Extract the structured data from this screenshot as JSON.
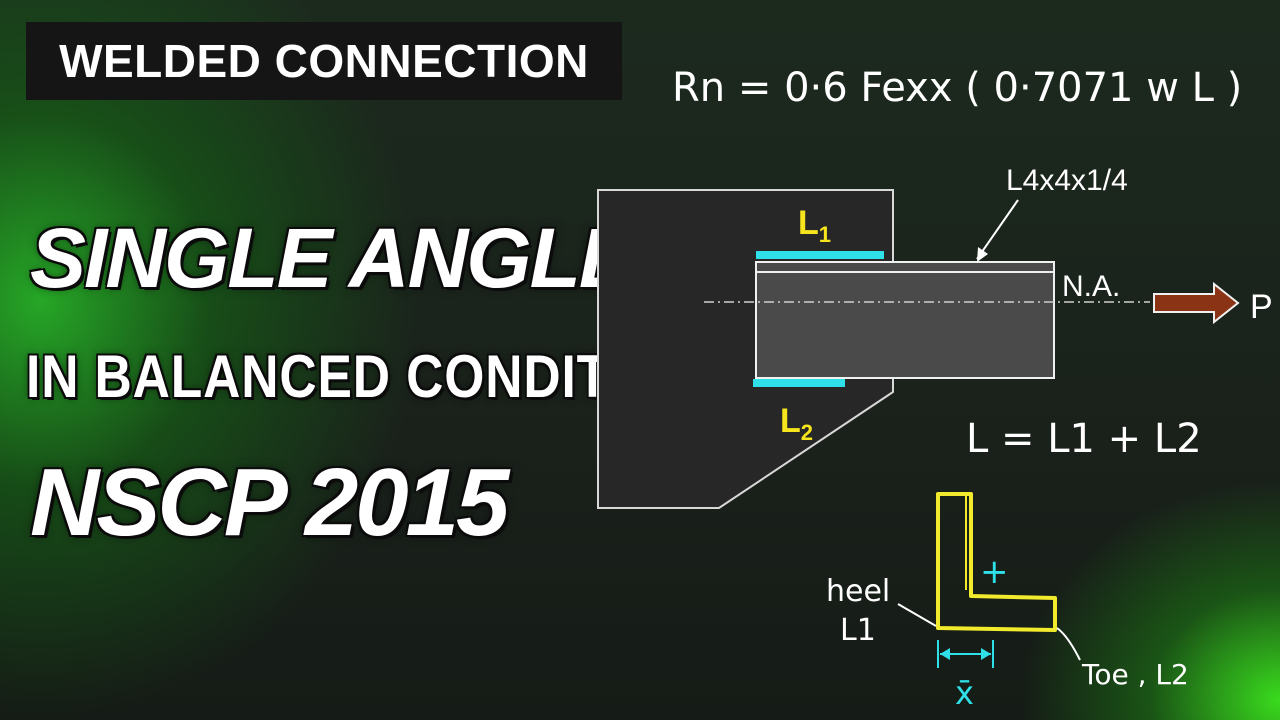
{
  "tag": {
    "text": "WELDED CONNECTION"
  },
  "headline": {
    "line1": "SINGLE ANGLE",
    "line2": "IN BALANCED CONDITION",
    "line3": "NSCP 2015"
  },
  "formula": {
    "text": "Rn = 0·6 Fexx ( 0·7071 w L )"
  },
  "diagram": {
    "angle_label": "L4x4x1/4",
    "weld_top": {
      "main": "L",
      "sub": "1"
    },
    "weld_bottom": {
      "main": "L",
      "sub": "2"
    },
    "neutral_axis": "N.A.",
    "load": "P",
    "sum_formula": "L = L1 + L2",
    "heel_label": "heel",
    "heel_sub_label": "L1",
    "toe_label": "Toe , L2",
    "centroid_mark": "+",
    "xbar_label": "x̄"
  },
  "colors": {
    "weld": "#2fe0e8",
    "label_yellow": "#f6e51c",
    "arrow": "#8a3315",
    "plate": "#2a2a2a",
    "angle": "#4b4b4b",
    "section_outline": "#f2ea2c",
    "xbar": "#2fe0e8"
  }
}
